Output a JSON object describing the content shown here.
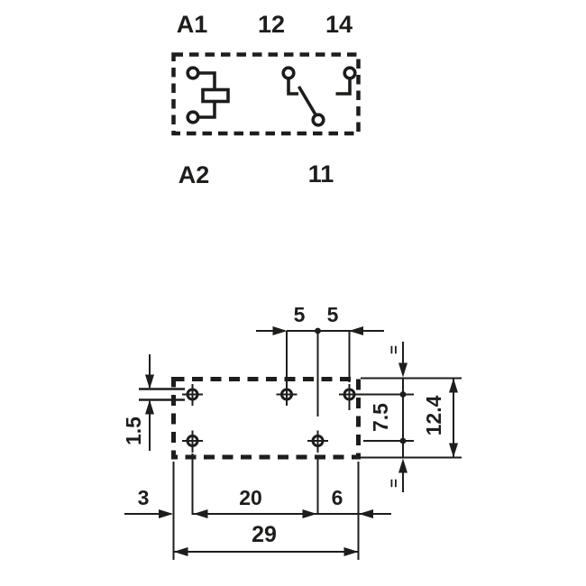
{
  "diagram_title": "relay wiring diagram and pin layout",
  "colors": {
    "ink": "#1d1d1b",
    "background": "#ffffff"
  },
  "schematic": {
    "terminals": {
      "coil_plus": "A1",
      "coil_minus": "A2",
      "nc_contact": "12",
      "no_contact": "14",
      "common": "11"
    }
  },
  "footprint": {
    "dimensions": {
      "pitch_left": "5",
      "pitch_right": "5",
      "hole_diameter": "1.5",
      "row_spacing": "7.5",
      "overall_height": "12.4",
      "left_margin": "3",
      "hole_span": "20",
      "right_margin": "6",
      "overall_width": "29",
      "equal_mark_top": "=",
      "equal_mark_bottom": "="
    }
  }
}
